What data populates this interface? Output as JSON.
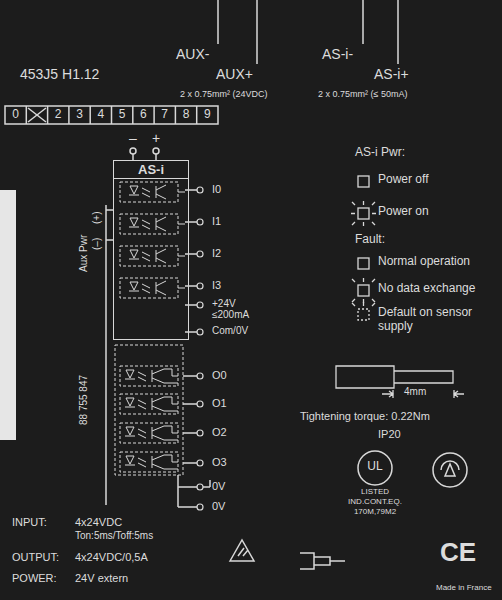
{
  "diagram": {
    "nodes": [
      {
        "text": [
          "AS-i"
        ]
      }
    ],
    "labels": [
      "453J5 H1.12",
      "AUX-",
      "AUX+",
      "2 x 0.75mm² (24VDC)",
      "AS-i-",
      "AS-i+",
      "2 x 0.75mm² (≤ 50mA)",
      "0",
      "2",
      "3",
      "4",
      "5",
      "6",
      "7",
      "8",
      "9",
      "–",
      "+",
      "I0",
      "I1",
      "I2",
      "I3",
      "+24V",
      "≤200mA",
      "Com/0V",
      "O0",
      "O1",
      "O2",
      "O3",
      "0V",
      "0V",
      "Aux Pwr",
      "(+)",
      "(–)",
      "88 755 847",
      "AS-i Pwr:",
      "Fault:",
      "4mm",
      "Tightening torque: 0.22Nm",
      "IP20",
      "UL",
      "LISTED",
      "IND.CONT.EQ.",
      "170M,79M2",
      "INPUT:",
      "4x24VDC",
      "Ton:5ms/Toff:5ms",
      "OUTPUT:",
      "4x24VDC/0,5A",
      "POWER:",
      "24V extern",
      "CE",
      "Made in France"
    ],
    "legend": [
      {
        "text": "Power off"
      },
      {
        "text": "Power on"
      },
      {
        "text": "Normal operation"
      },
      {
        "text": "No data exchange"
      },
      {
        "text": "Default on sensor supply"
      }
    ]
  }
}
